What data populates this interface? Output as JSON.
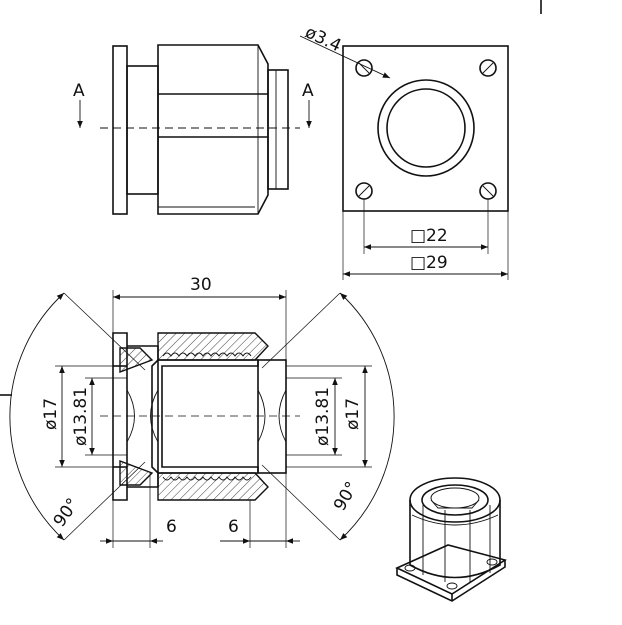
{
  "drawing": {
    "section_marker": "A",
    "hole_dim": "ø3.4",
    "inner_square": "□22",
    "outer_square": "□29",
    "overall_length": "30",
    "outer_dia": "ø17",
    "bore_dia": "ø13.81",
    "chamfer_angle": "90°",
    "flange_width": "6",
    "nut_width": "6",
    "colors": {
      "line": "#111111",
      "background": "#ffffff"
    }
  }
}
